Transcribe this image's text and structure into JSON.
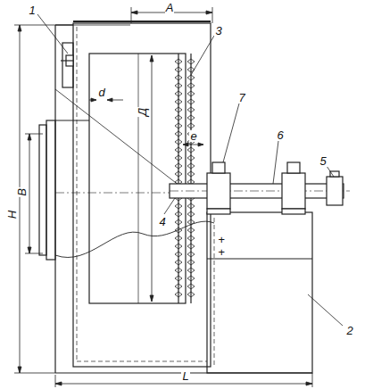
{
  "diagram": {
    "labels": [
      "1",
      "3",
      "7",
      "6",
      "5",
      "Д",
      "d",
      "e",
      "A",
      "H",
      "B",
      "4",
      "2",
      "L",
      "+",
      "+"
    ]
  }
}
